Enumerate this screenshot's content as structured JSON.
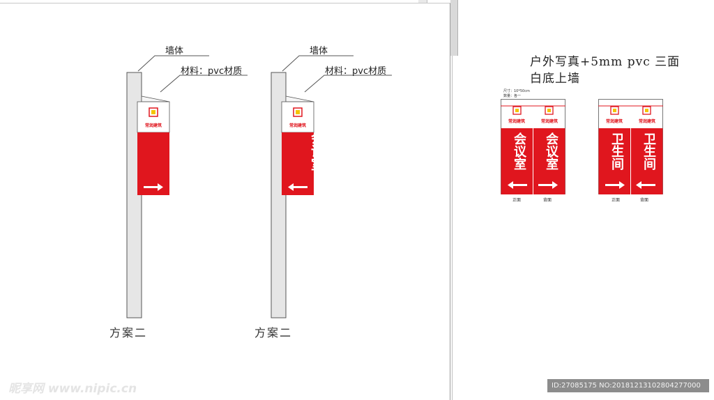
{
  "scheme_a": {
    "wall_label": "墙体",
    "material_label": "材料：pvc材质",
    "caption": "方案二",
    "sign_text": ""
  },
  "scheme_b": {
    "wall_label": "墙体",
    "material_label": "材料：pvc材质",
    "caption": "方案二",
    "sign_text": "会议室"
  },
  "spec": {
    "title_line1": "户外写真+5mm pvc 三面",
    "title_line2": "白底上墙"
  },
  "brand_text": "常润建筑",
  "sign_meeting": {
    "small_note_1": "尺寸：10*50cm",
    "small_note_2": "数量：各一",
    "panel_left": {
      "text": "会议室",
      "arrow": "arrow-left"
    },
    "panel_right": {
      "text": "会议室",
      "arrow": "arrow-right"
    },
    "caption_left": "正面",
    "caption_right": "背面"
  },
  "sign_restroom": {
    "panel_left": {
      "text": "卫生间",
      "arrow": "arrow-right"
    },
    "panel_right": {
      "text": "卫生间",
      "arrow": "arrow-left"
    },
    "caption_left": "正面",
    "caption_right": "背面"
  },
  "watermark": {
    "left": "昵享网 www.nipic.cn",
    "right": "ID:27085175 NO:20181213102804277000"
  },
  "colors": {
    "sign_red": "#e0161e",
    "wall_gray": "#e6e6e6",
    "outline": "#555555"
  }
}
